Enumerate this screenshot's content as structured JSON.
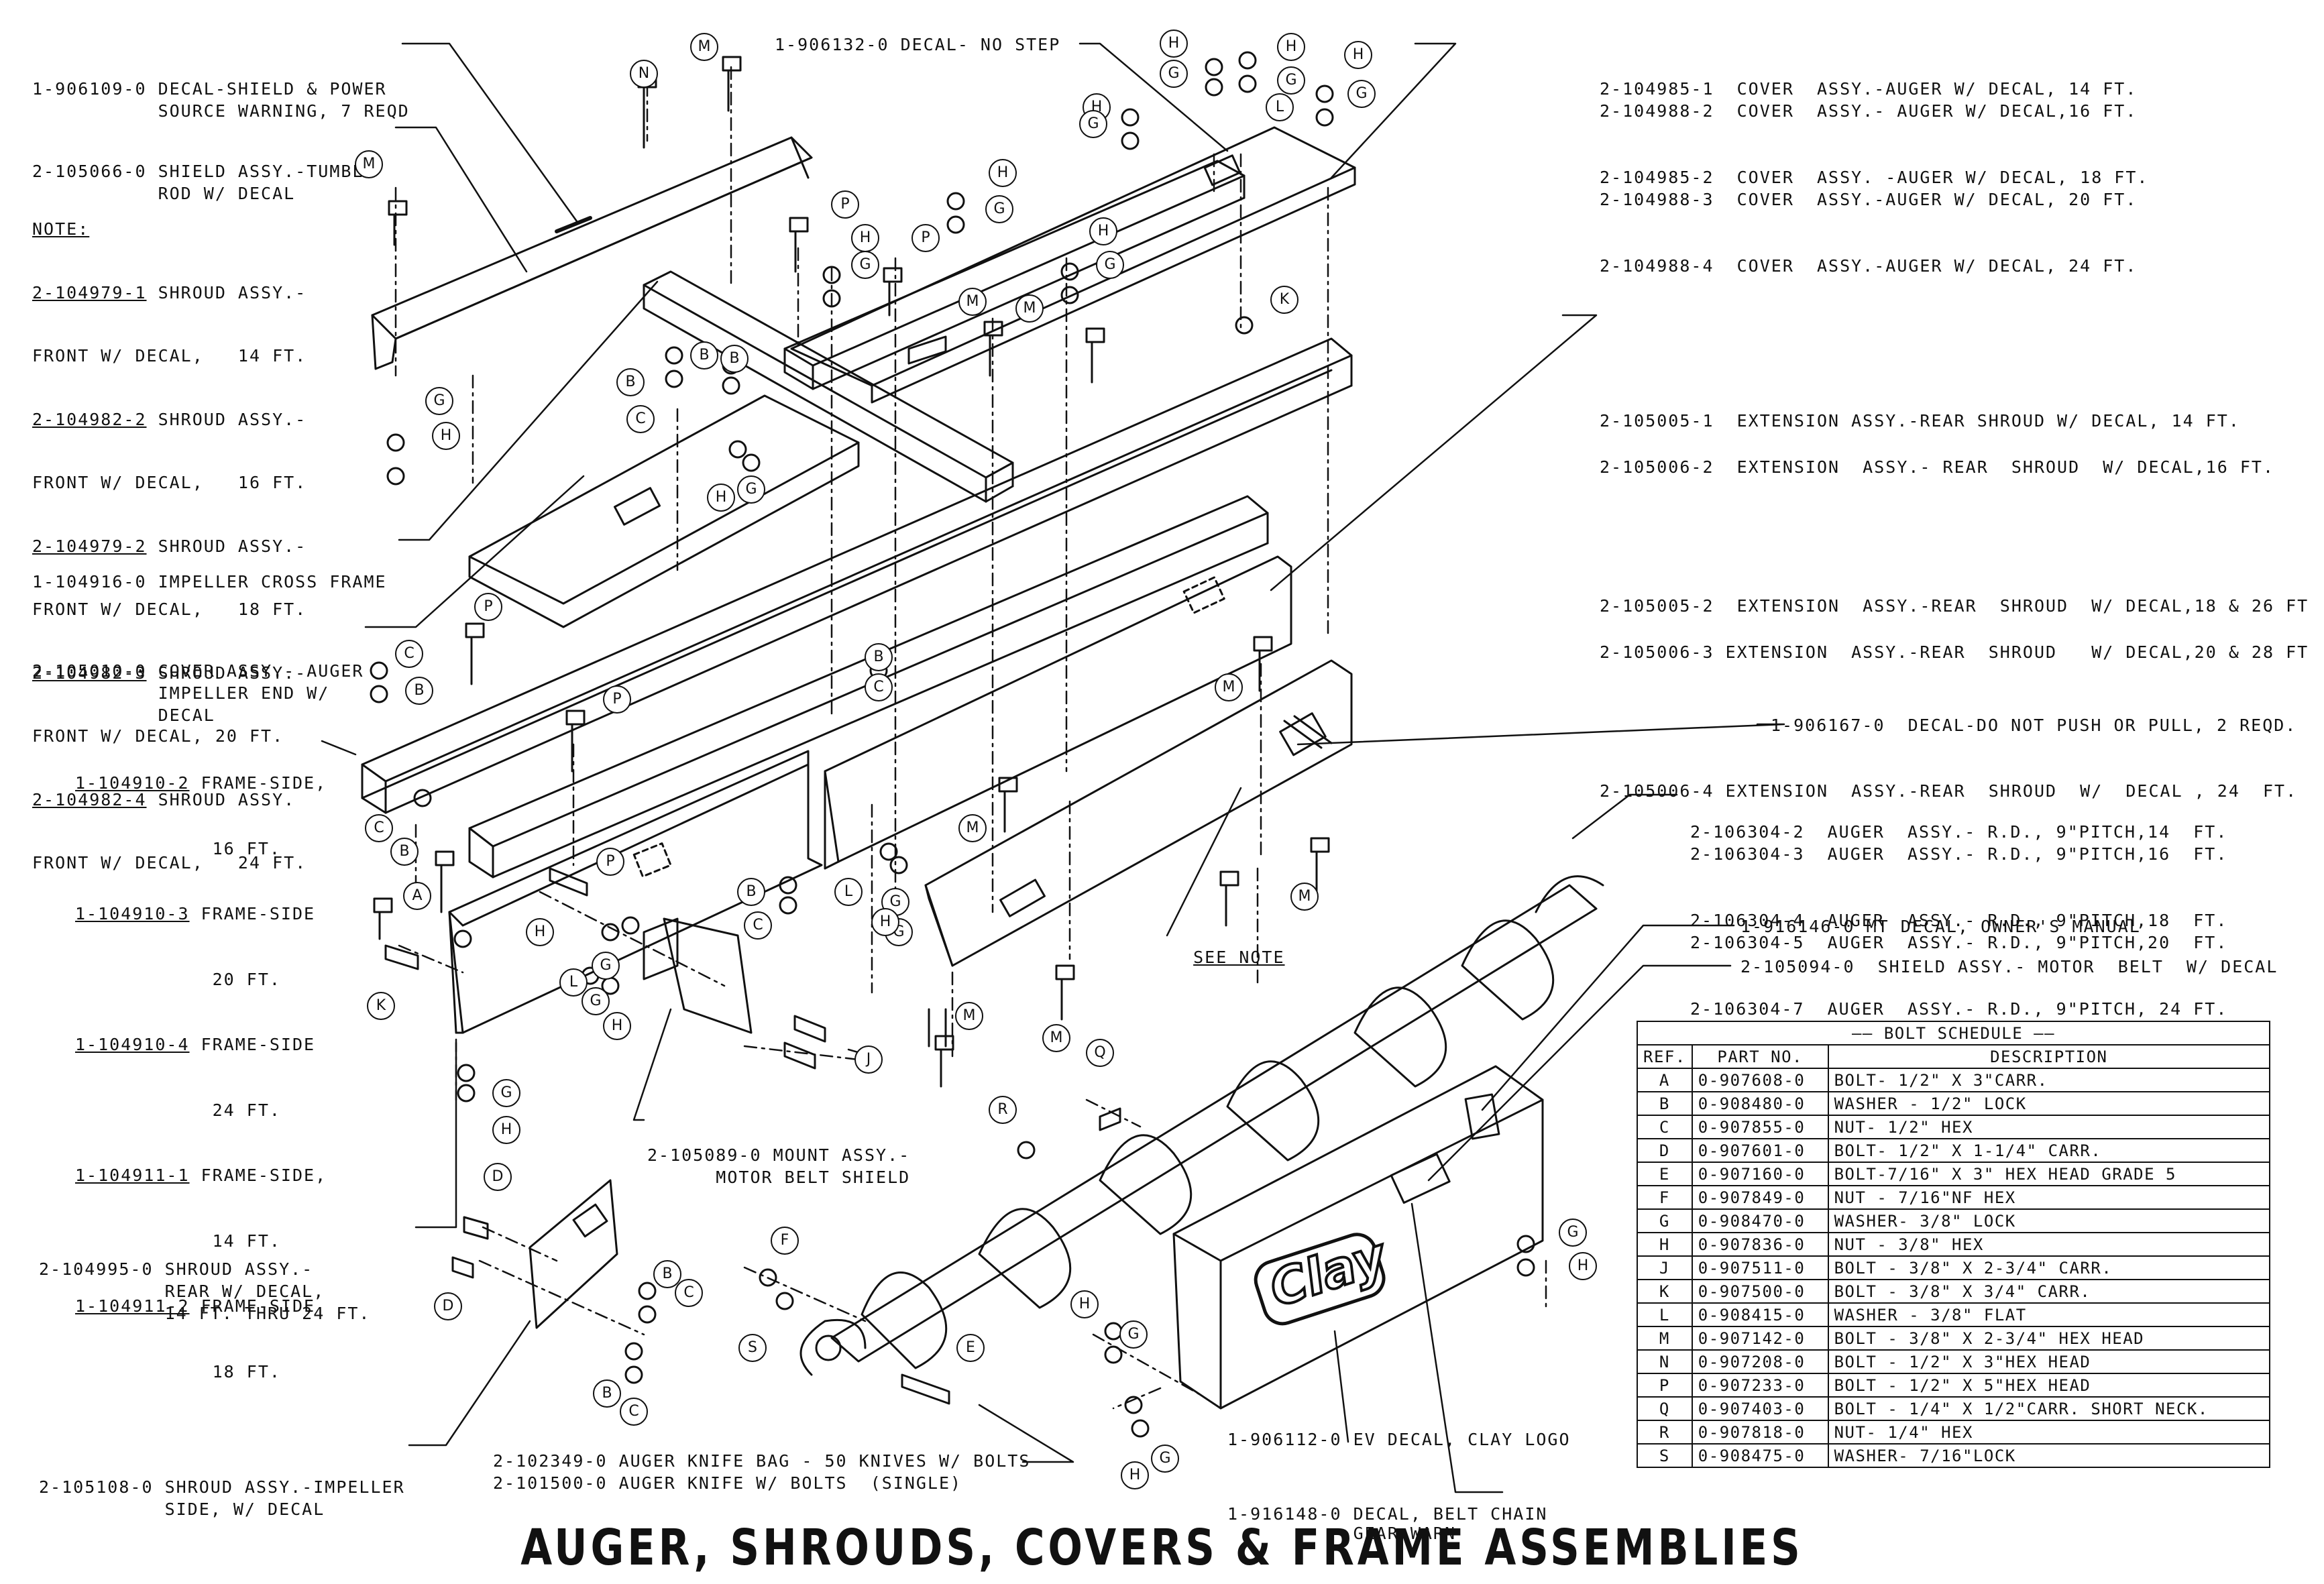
{
  "title": "AUGER, SHROUDS, COVERS & FRAME ASSEMBLIES",
  "left_labels": [
    {
      "id": "decal-shield-power",
      "lines": [
        "1-906109-0 DECAL-SHIELD & POWER",
        "           SOURCE WARNING, 7 REQD"
      ]
    },
    {
      "id": "shield-tumble-rod",
      "lines": [
        "2-105066-0 SHIELD ASSY.-TUMBLE",
        "           ROD W/ DECAL"
      ]
    },
    {
      "id": "impeller-cross-frame",
      "lines": [
        "1-104916-0 IMPELLER CROSS FRAME"
      ]
    },
    {
      "id": "cover-auger-impeller",
      "lines": [
        "2-105010-0 COVER ASSY.- AUGER",
        "           IMPELLER END W/",
        "           DECAL"
      ]
    },
    {
      "id": "shroud-rear",
      "lines": [
        "2-104995-0 SHROUD ASSY.-",
        "           REAR W/ DECAL,",
        "           14 FT. THRU 24 FT."
      ]
    },
    {
      "id": "shroud-impeller-side",
      "lines": [
        "2-105108-0 SHROUD ASSY.-IMPELLER",
        "           SIDE, W/ DECAL"
      ]
    }
  ],
  "note": {
    "heading": "NOTE:",
    "items": [
      {
        "part": "2-104979-1",
        "text": " SHROUD ASSY.-",
        "line2": "FRONT W/ DECAL,   14 FT."
      },
      {
        "part": "2-104982-2",
        "text": " SHROUD ASSY.-",
        "line2": "FRONT W/ DECAL,   16 FT."
      },
      {
        "part": "2-104979-2",
        "text": " SHROUD ASSY.-",
        "line2": "FRONT W/ DECAL,   18 FT."
      },
      {
        "part": "2-104982-3",
        "text": " SHROUD ASSY.-",
        "line2": "FRONT W/ DECAL, 20 FT."
      },
      {
        "part": "2-104982-4",
        "text": " SHROUD ASSY.",
        "line2": "FRONT W/ DECAL,   24 FT."
      }
    ]
  },
  "frame_sides": [
    {
      "part": "1-104910-2",
      "l1": " FRAME-SIDE,",
      "l2": "  16 FT."
    },
    {
      "part": "1-104910-3",
      "l1": " FRAME-SIDE",
      "l2": "  20 FT."
    },
    {
      "part": "1-104910-4",
      "l1": " FRAME-SIDE",
      "l2": "  24 FT."
    },
    {
      "part": "1-104911-1",
      "l1": " FRAME-SIDE,",
      "l2": "  14 FT."
    },
    {
      "part": "1-104911-2",
      "l1": " FRAME-SIDE",
      "l2": "  18 FT."
    }
  ],
  "center_labels": {
    "no_step": "1-906132-0 DECAL- NO STEP",
    "mount_belt": [
      "2-105089-0 MOUNT ASSY.-",
      "      MOTOR BELT SHIELD"
    ],
    "see_note": "SEE NOTE",
    "knife_bag": "2-102349-0 AUGER KNIFE BAG - 50 KNIVES W/ BOLTS",
    "knife_single": "2-101500-0 AUGER KNIFE W/ BOLTS  (SINGLE)",
    "ev_decal": "1-906112-0 EV DECAL, CLAY LOGO",
    "belt_chain": [
      "1-916148-0 DECAL, BELT CHAIN",
      "           GEAR WARN"
    ],
    "logo": "Clay"
  },
  "right_labels": {
    "covers": [
      "2-104985-1  COVER  ASSY.-AUGER W/ DECAL, 14 FT.",
      "2-104988-2  COVER  ASSY.- AUGER W/ DECAL,16 FT.",
      "2-104985-2  COVER  ASSY. -AUGER W/ DECAL, 18 FT.",
      "2-104988-3  COVER  ASSY.-AUGER W/ DECAL, 20 FT.",
      "2-104988-4  COVER  ASSY.-AUGER W/ DECAL, 24 FT."
    ],
    "extensions": [
      "2-105005-1  EXTENSION ASSY.-REAR SHROUD W/ DECAL, 14 FT.",
      "2-105006-2  EXTENSION  ASSY.- REAR  SHROUD  W/ DECAL,16 FT.",
      "2-105005-2  EXTENSION  ASSY.-REAR  SHROUD  W/ DECAL,18 & 26 FT",
      "2-105006-3 EXTENSION  ASSY.-REAR  SHROUD   W/ DECAL,20 & 28 FT",
      "2-105006-4 EXTENSION  ASSY.-REAR  SHROUD  W/  DECAL , 24  FT."
    ],
    "no_push": "1-906167-0  DECAL-DO NOT PUSH OR PULL, 2 REQD.",
    "augers": [
      "2-106304-2  AUGER  ASSY.- R.D., 9\"PITCH,14  FT.",
      "2-106304-3  AUGER  ASSY.- R.D., 9\"PITCH,16  FT.",
      "2-106304-4  AUGER  ASSY.- R.D., 9\"PITCH,18  FT.",
      "2-106304-5  AUGER  ASSY.- R.D., 9\"PITCH,20  FT.",
      "2-106304-7  AUGER  ASSY.- R.D., 9\"PITCH, 24 FT."
    ],
    "owners_manual": "1-916146-0 MT DECAL, OWNER'S MANUAL",
    "shield_belt": "2-105094-0  SHIELD ASSY.- MOTOR  BELT  W/ DECAL"
  },
  "bolt_schedule": {
    "caption": "BOLT SCHEDULE",
    "headers": [
      "REF.",
      "PART NO.",
      "DESCRIPTION"
    ],
    "rows": [
      [
        "A",
        "0-907608-0",
        "BOLT- 1/2\" X  3\"CARR."
      ],
      [
        "B",
        "0-908480-0",
        "WASHER - 1/2\" LOCK"
      ],
      [
        "C",
        "0-907855-0",
        "NUT- 1/2\" HEX"
      ],
      [
        "D",
        "0-907601-0",
        "BOLT- 1/2\" X  1-1/4\" CARR."
      ],
      [
        "E",
        "0-907160-0",
        "BOLT-7/16\" X  3\" HEX HEAD  GRADE 5"
      ],
      [
        "F",
        "0-907849-0",
        "NUT - 7/16\"NF HEX"
      ],
      [
        "G",
        "0-908470-0",
        "WASHER- 3/8\" LOCK"
      ],
      [
        "H",
        "0-907836-0",
        "NUT - 3/8\" HEX"
      ],
      [
        "J",
        "0-907511-0",
        "BOLT - 3/8\" X  2-3/4\" CARR."
      ],
      [
        "K",
        "0-907500-0",
        "BOLT - 3/8\" X  3/4\" CARR."
      ],
      [
        "L",
        "0-908415-0",
        "WASHER - 3/8\" FLAT"
      ],
      [
        "M",
        "0-907142-0",
        "BOLT - 3/8\" X 2-3/4\" HEX HEAD"
      ],
      [
        "N",
        "0-907208-0",
        "BOLT - 1/2\" X  3\"HEX HEAD"
      ],
      [
        "P",
        "0-907233-0",
        "BOLT - 1/2\" X  5\"HEX HEAD"
      ],
      [
        "Q",
        "0-907403-0",
        "BOLT - 1/4\" X 1/2\"CARR. SHORT NECK."
      ],
      [
        "R",
        "0-907818-0",
        "NUT- 1/4\"  HEX"
      ],
      [
        "S",
        "0-908475-0",
        "WASHER- 7/16\"LOCK"
      ]
    ]
  },
  "callouts": {
    "M": "M",
    "N": "N",
    "P": "P",
    "H": "H",
    "G": "G",
    "K": "K",
    "B": "B",
    "C": "C",
    "L": "L",
    "A": "A",
    "J": "J",
    "D": "D",
    "F": "F",
    "S": "S",
    "E": "E",
    "Q": "Q",
    "R": "R"
  }
}
